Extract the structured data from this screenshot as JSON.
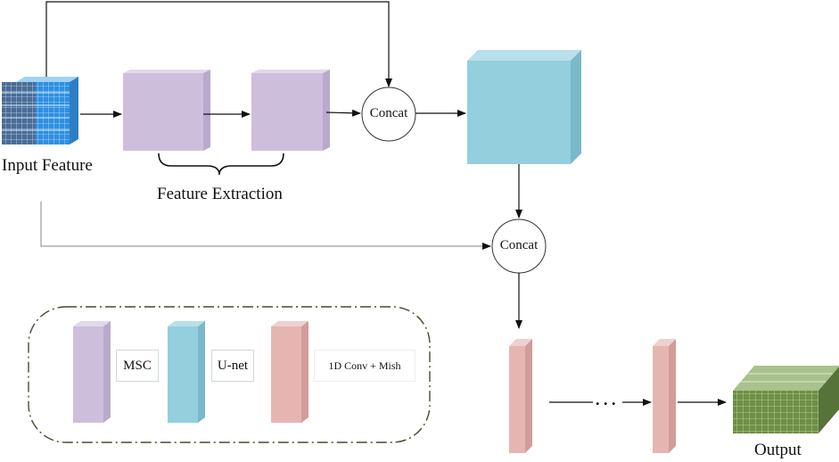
{
  "nodes": {
    "input_feature": "Input Feature",
    "feature_extraction": "Feature Extraction",
    "concat_top": "Concat",
    "concat_bottom": "Concat",
    "ellipsis": ". . .",
    "output": "Output"
  },
  "legend": {
    "msc": "MSC",
    "unet": "U-net",
    "conv_mish": "1D Conv + Mish"
  },
  "colors": {
    "msc": "#cdbfdc",
    "unet": "#93cfdd",
    "conv_mish": "#e6b5b2",
    "input_cube": "#3a8fd6",
    "output_cube": "#6f8f4a",
    "legend_border": "#4a4a2e"
  }
}
